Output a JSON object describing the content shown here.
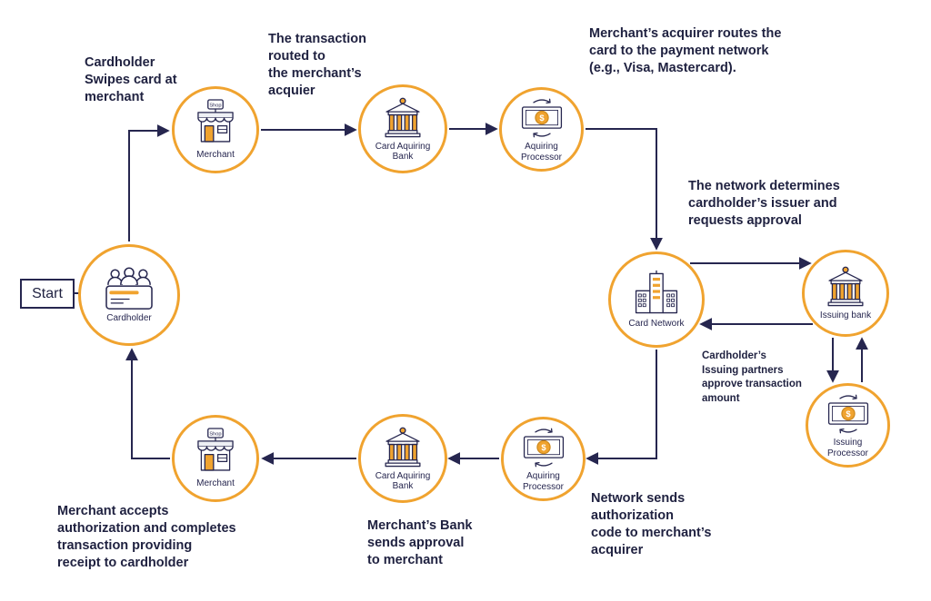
{
  "colors": {
    "accent": "#F0A32F",
    "ink": "#26264F"
  },
  "start_label": "Start",
  "nodes": {
    "cardholder": {
      "label": "Cardholder"
    },
    "merchant_top": {
      "label": "Merchant"
    },
    "acquiring_bank_top": {
      "label": "Card Aquiring Bank"
    },
    "acquiring_processor_top": {
      "label": "Aquiring Processor"
    },
    "card_network": {
      "label": "Card Network"
    },
    "issuing_bank": {
      "label": "Issuing bank"
    },
    "issuing_processor": {
      "label": "Issuing Processor"
    },
    "acquiring_processor_bottom": {
      "label": "Aquiring Processor"
    },
    "acquiring_bank_bottom": {
      "label": "Card Aquiring Bank"
    },
    "merchant_bottom": {
      "label": "Merchant"
    }
  },
  "icons": {
    "shop_sign": "Shop",
    "dollar": "$"
  },
  "annotations": {
    "swipe_card": "Cardholder\nSwipes card at\nmerchant",
    "transaction_routed": "The transaction\nrouted to\nthe merchant’s\nacquier",
    "acquirer_routes": "Merchant’s acquirer routes the\ncard to the payment network\n(e.g., Visa, Mastercard).",
    "network_determines": "The network determines\ncardholder’s issuer and\nrequests approval",
    "issuing_partners": "Cardholder’s\nIssuing partners\napprove transaction\namount",
    "network_sends": "Network sends\nauthorization\ncode to merchant’s\nacquirer",
    "bank_sends_approval": "Merchant’s Bank\nsends approval\nto merchant",
    "merchant_accepts": "Merchant accepts\nauthorization and completes\ntransaction providing\nreceipt to cardholder"
  }
}
